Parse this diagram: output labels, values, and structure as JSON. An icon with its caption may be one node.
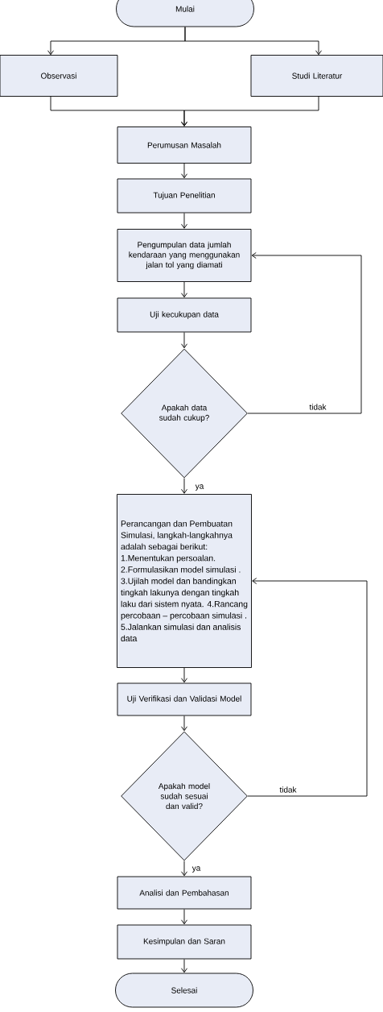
{
  "diagram": {
    "nodes": [
      {
        "text": [
          "Mulai"
        ]
      },
      {
        "text": [
          "Observasi"
        ]
      },
      {
        "text": [
          "Studi Literatur"
        ]
      },
      {
        "text": [
          "Perumusan Masalah"
        ]
      },
      {
        "text": [
          "Tujuan Penelitian"
        ]
      },
      {
        "text": [
          "Pengumpulan data jumlah kendaraan yang menggunakan jalan tol yang diamati"
        ]
      },
      {
        "text": [
          "Uji kecukupan data"
        ]
      },
      {
        "text": [
          "Apakah data sudah cukup?"
        ]
      },
      {
        "text": [
          "Perancangan dan Pembuatan Simulasi, langkah-langkahnya adalah sebagai berikut: 1.Menentukan persoalan. 2.Formulasikan model simulasi . 3.Ujilah model dan bandingkan tingkah lakunya dengan tingkah laku dari sistem nyata. 4.Rancang percobaan – percobaan simulasi . 5.Jalankan simulasi dan analisis data"
        ]
      },
      {
        "text": [
          "Uji Verifikasi dan Validasi Model"
        ]
      },
      {
        "text": [
          "Apakah model sudah sesuai dan valid?"
        ]
      },
      {
        "text": [
          "Analisi dan Pembahasan"
        ]
      },
      {
        "text": [
          "Kesimpulan dan Saran"
        ]
      },
      {
        "text": [
          "Selesai"
        ]
      }
    ],
    "edges": [
      {
        "from": 0,
        "to": 1,
        "arrow": "to"
      },
      {
        "from": 0,
        "to": 2,
        "arrow": "to"
      },
      {
        "from": 1,
        "to": 3,
        "arrow": "to"
      },
      {
        "from": 2,
        "to": 3,
        "arrow": "to"
      },
      {
        "from": 3,
        "to": 4,
        "arrow": "to"
      },
      {
        "from": 4,
        "to": 5,
        "arrow": "to"
      },
      {
        "from": 5,
        "to": 6,
        "arrow": "to"
      },
      {
        "from": 6,
        "to": 7,
        "arrow": "to"
      },
      {
        "from": 7,
        "to": 5,
        "arrow": "to",
        "label": "tidak"
      },
      {
        "from": 7,
        "to": 8,
        "arrow": "to",
        "label": "ya"
      },
      {
        "from": 8,
        "to": 9,
        "arrow": "to"
      },
      {
        "from": 9,
        "to": 10,
        "arrow": "to"
      },
      {
        "from": 10,
        "to": 8,
        "arrow": "to",
        "label": "tidak"
      },
      {
        "from": 10,
        "to": 11,
        "arrow": "to",
        "label": "ya"
      },
      {
        "from": 11,
        "to": 12,
        "arrow": "to"
      },
      {
        "from": 12,
        "to": 13,
        "arrow": "to"
      }
    ]
  }
}
